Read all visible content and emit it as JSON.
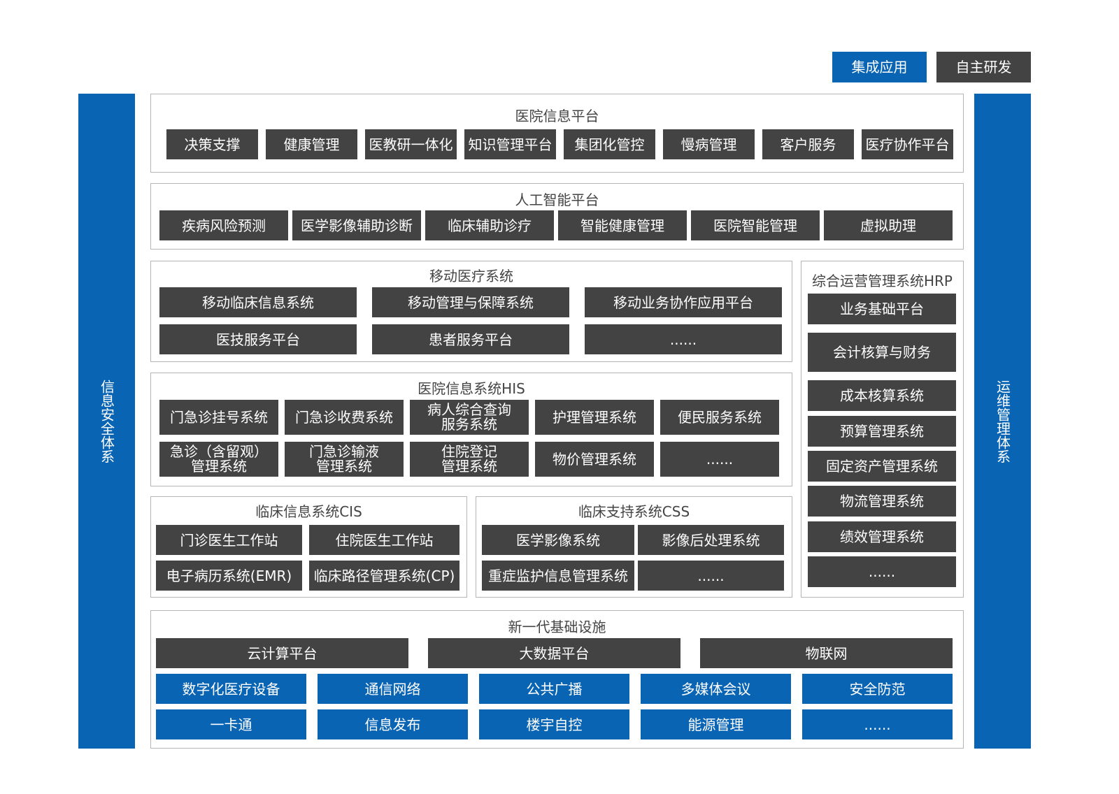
{
  "legend": {
    "integrated": "集成应用",
    "self_developed": "自主研发"
  },
  "left_bar": "信息安全体系",
  "right_bar": "运维管理体系",
  "hospital_platform": {
    "title": "医院信息平台",
    "items": [
      "决策支撑",
      "健康管理",
      "医教研一体化",
      "知识管理平台",
      "集团化管控",
      "慢病管理",
      "客户服务",
      "医疗协作平台"
    ]
  },
  "ai_platform": {
    "title": "人工智能平台",
    "items": [
      "疾病风险预测",
      "医学影像辅助诊断",
      "临床辅助诊疗",
      "智能健康管理",
      "医院智能管理",
      "虚拟助理"
    ]
  },
  "mobile": {
    "title": "移动医疗系统",
    "items": [
      "移动临床信息系统",
      "移动管理与保障系统",
      "移动业务协作应用平台",
      "医技服务平台",
      "患者服务平台",
      "......"
    ]
  },
  "his": {
    "title": "医院信息系统HIS",
    "row1": [
      "门急诊挂号系统",
      "门急诊收费系统",
      "病人综合查询\n服务系统",
      "护理管理系统",
      "便民服务系统"
    ],
    "row2": [
      "急诊（含留观）\n管理系统",
      "门急诊输液\n管理系统",
      "住院登记\n管理系统",
      "物价管理系统",
      "......"
    ]
  },
  "cis": {
    "title": "临床信息系统CIS",
    "items": [
      "门诊医生工作站",
      "住院医生工作站",
      "电子病历系统(EMR)",
      "临床路径管理系统(CP)"
    ]
  },
  "css": {
    "title": "临床支持系统CSS",
    "items": [
      "医学影像系统",
      "影像后处理系统",
      "重症监护信息管理系统",
      "......"
    ]
  },
  "hrp": {
    "title": "综合运营管理系统HRP",
    "items": [
      "业务基础平台",
      "会计核算与财务",
      "成本核算系统",
      "预算管理系统",
      "固定资产管理系统",
      "物流管理系统",
      "绩效管理系统",
      "......"
    ]
  },
  "infra": {
    "title": "新一代基础设施",
    "gray": [
      "云计算平台",
      "大数据平台",
      "物联网"
    ],
    "blue_row1": [
      "数字化医疗设备",
      "通信网络",
      "公共广播",
      "多媒体会议",
      "安全防范"
    ],
    "blue_row2": [
      "一卡通",
      "信息发布",
      "楼宇自控",
      "能源管理",
      "......"
    ]
  }
}
